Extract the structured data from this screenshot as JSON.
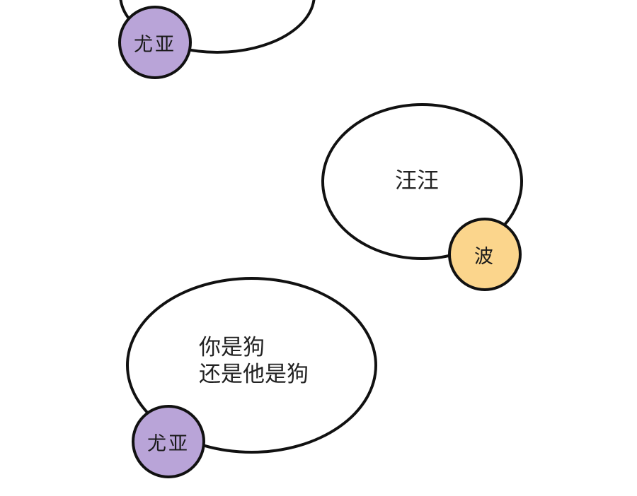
{
  "speakers": {
    "yuya": {
      "name": "尤亚",
      "color": "#b9a4d8"
    },
    "bo": {
      "name": "波",
      "color": "#fbd58c"
    }
  },
  "bubbles": [
    {
      "speaker": "尤亚",
      "lines": []
    },
    {
      "speaker": "波",
      "lines": [
        "汪汪"
      ]
    },
    {
      "speaker": "尤亚",
      "lines": [
        "你是狗",
        "还是他是狗"
      ]
    }
  ]
}
